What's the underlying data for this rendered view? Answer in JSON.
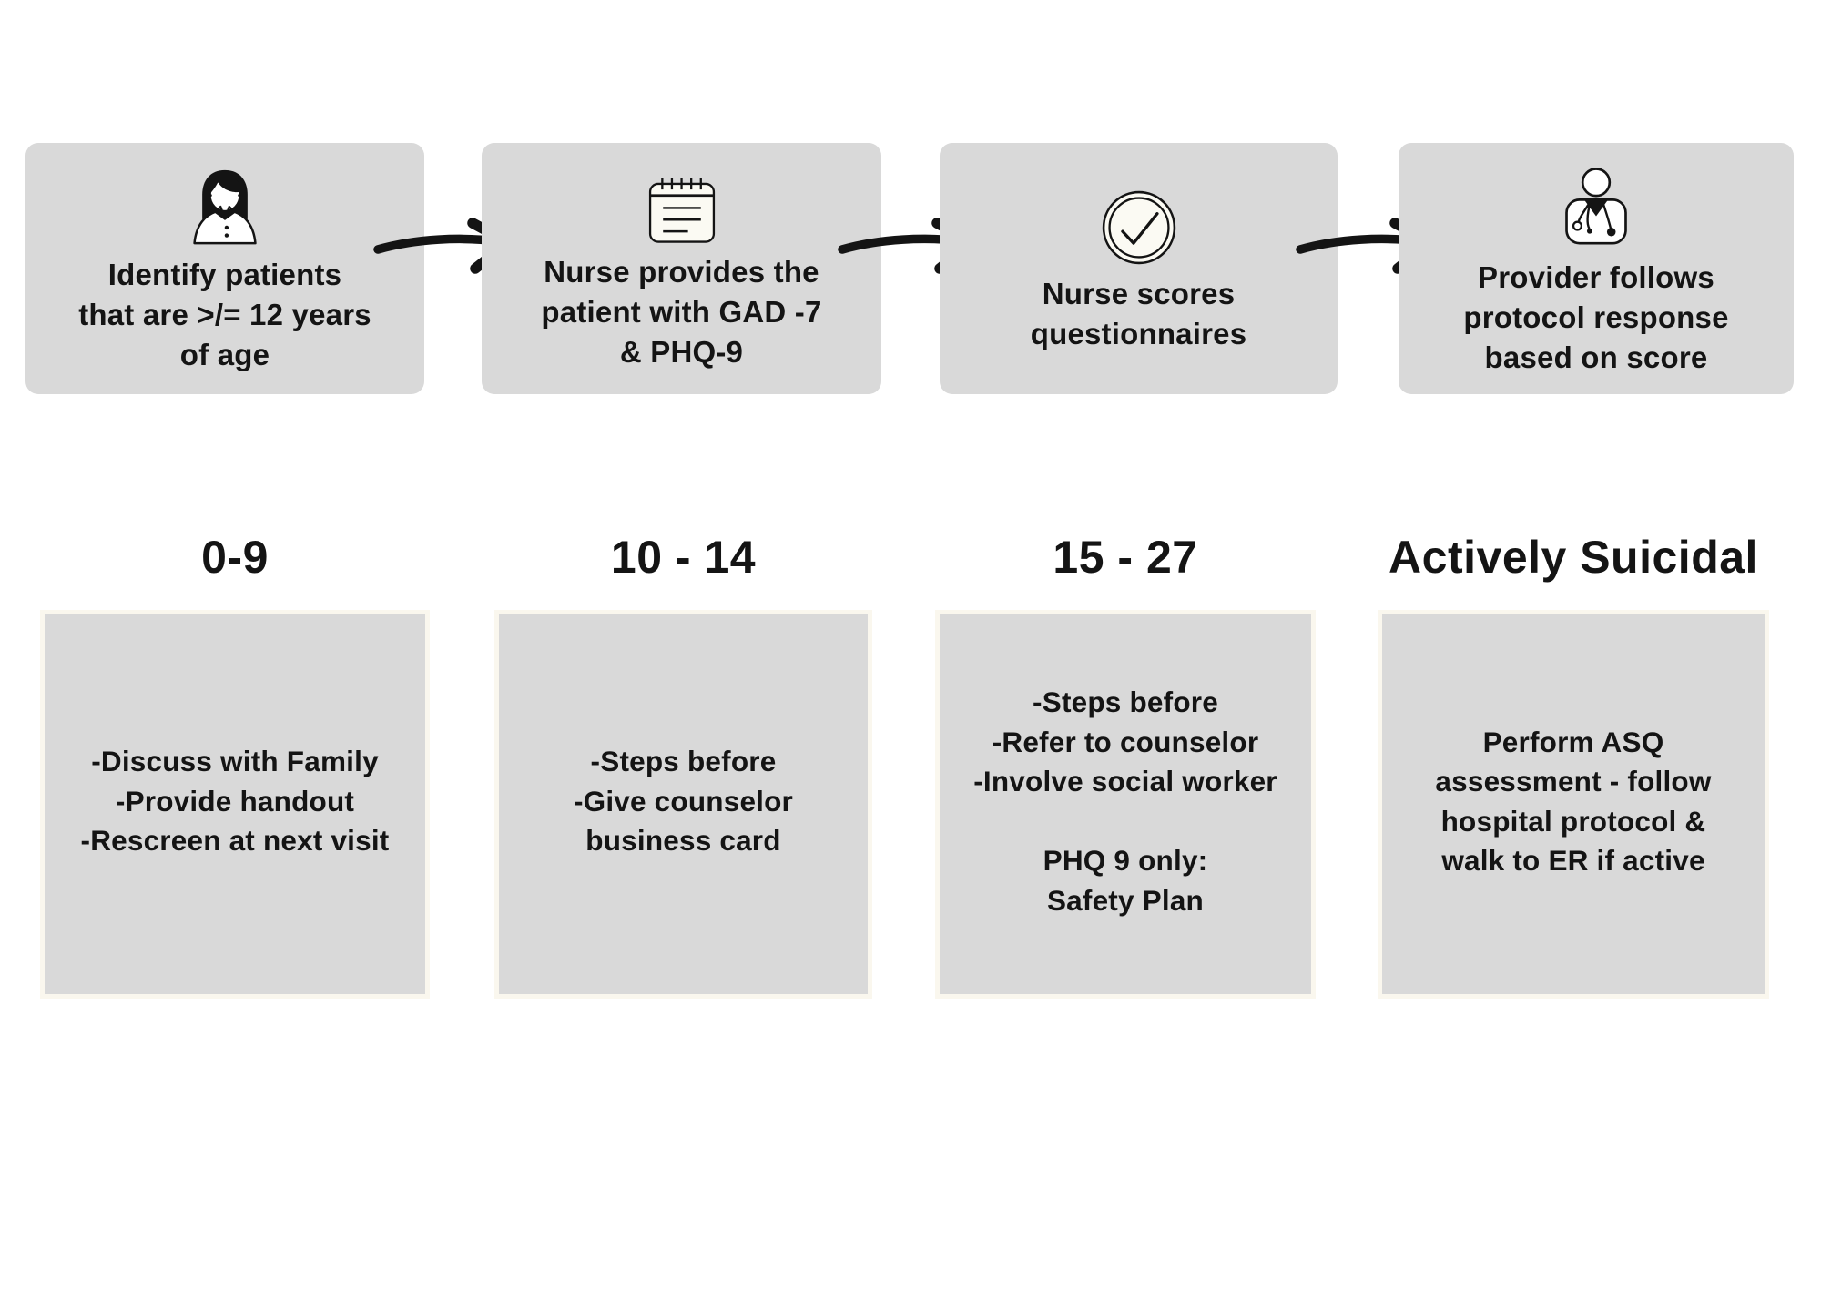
{
  "colors": {
    "background": "#ffffff",
    "box_gray": "#d9d9d9",
    "panel_border_cream": "#faf7ee",
    "icon_fill_cream": "#fbfaf3",
    "ink": "#141414"
  },
  "flow_steps": [
    {
      "icon": "nurse-avatar-icon",
      "label": "Identify patients\nthat are >/= 12 years\nof age"
    },
    {
      "icon": "notepad-icon",
      "label": "Nurse provides the\npatient with GAD -7\n& PHQ-9"
    },
    {
      "icon": "check-circle-icon",
      "label": "Nurse scores\nquestionnaires"
    },
    {
      "icon": "doctor-icon",
      "label": "Provider follows\nprotocol response\nbased on score"
    }
  ],
  "score_columns": [
    {
      "range": "0-9",
      "actions": "-Discuss with Family\n-Provide handout\n-Rescreen at next visit"
    },
    {
      "range": "10 - 14",
      "actions": "-Steps before\n-Give counselor\nbusiness card"
    },
    {
      "range": "15 - 27",
      "actions": "-Steps before\n-Refer to counselor\n-Involve social worker\n\nPHQ 9 only:\nSafety Plan"
    },
    {
      "range": "Actively Suicidal",
      "actions": "Perform ASQ\nassessment - follow\nhospital protocol &\nwalk to ER if active"
    }
  ]
}
